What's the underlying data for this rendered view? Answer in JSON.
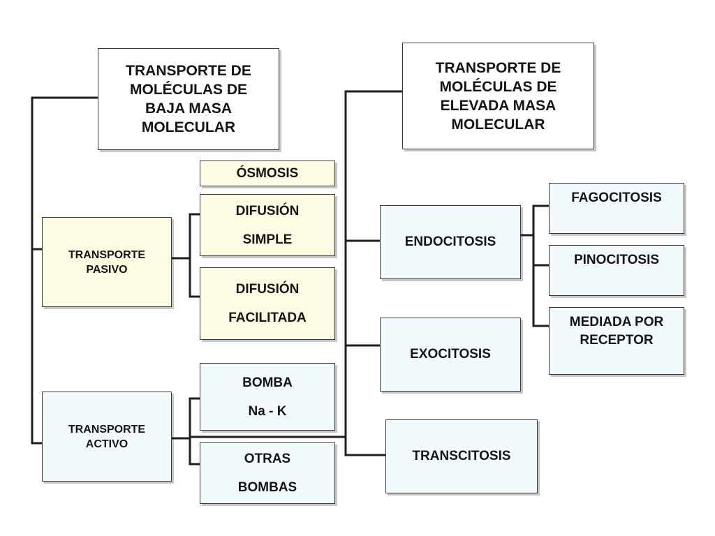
{
  "diagram": {
    "low_mass": "TRANSPORTE DE\nMOLÉCULAS DE\nBAJA MASA\nMOLECULAR",
    "high_mass": "TRANSPORTE DE\nMOLÉCULAS DE\nELEVADA MASA\nMOLECULAR",
    "osmosis": "ÓSMOSIS",
    "simple_diffusion": "DIFUSIÓN\nSIMPLE",
    "facilitated_diffusion": "DIFUSIÓN\nFACILITADA",
    "passive_transport": "TRANSPORTE\nPASIVO",
    "sodium_potassium_pump": "BOMBA\nNa - K",
    "other_pumps": "OTRAS\nBOMBAS",
    "active_transport": "TRANSPORTE\nACTIVO",
    "endocytosis": "ENDOCITOSIS",
    "exocytosis": "EXOCITOSIS",
    "transcytosis": "TRANSCITOSIS",
    "phagocytosis": "FAGOCITOSIS",
    "pinocytosis": "PINOCITOSIS",
    "receptor_mediated": "MEDIADA POR\nRECEPTOR"
  }
}
